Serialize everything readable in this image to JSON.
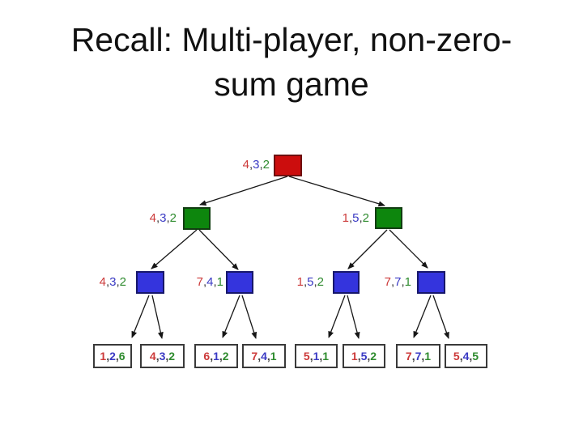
{
  "slide": {
    "title_line1": "Recall: Multi-player, non-zero-",
    "title_line2": "sum game"
  },
  "punct": {
    "comma": ","
  },
  "colors": {
    "payoff_player1_red": "#cc3a3a",
    "payoff_player2_blue": "#3a3ac4",
    "payoff_player3_green": "#2e8b2e",
    "node_root_red": "#cc0d0d",
    "node_level2_green": "#0d860d",
    "node_level3_blue": "#3434dd",
    "leaf_border": "#3a3a3a",
    "edge": "#161616"
  },
  "tree": {
    "nodes": [
      {
        "id": "root",
        "level": 1,
        "color": "red",
        "values": [
          "4",
          "3",
          "2"
        ]
      },
      {
        "id": "left",
        "level": 2,
        "color": "green",
        "values": [
          "4",
          "3",
          "2"
        ]
      },
      {
        "id": "right",
        "level": 2,
        "color": "green",
        "values": [
          "1",
          "5",
          "2"
        ]
      },
      {
        "id": "left-left",
        "level": 3,
        "color": "blue",
        "values": [
          "4",
          "3",
          "2"
        ]
      },
      {
        "id": "left-right",
        "level": 3,
        "color": "blue",
        "values": [
          "7",
          "4",
          "1"
        ]
      },
      {
        "id": "right-left",
        "level": 3,
        "color": "blue",
        "values": [
          "1",
          "5",
          "2"
        ]
      },
      {
        "id": "right-right",
        "level": 3,
        "color": "blue",
        "values": [
          "7",
          "7",
          "1"
        ]
      }
    ],
    "leaves": [
      {
        "values": [
          "1",
          "2",
          "6"
        ]
      },
      {
        "values": [
          "4",
          "3",
          "2"
        ]
      },
      {
        "values": [
          "6",
          "1",
          "2"
        ]
      },
      {
        "values": [
          "7",
          "4",
          "1"
        ]
      },
      {
        "values": [
          "5",
          "1",
          "1"
        ]
      },
      {
        "values": [
          "1",
          "5",
          "2"
        ]
      },
      {
        "values": [
          "7",
          "7",
          "1"
        ]
      },
      {
        "values": [
          "5",
          "4",
          "5"
        ]
      }
    ]
  }
}
